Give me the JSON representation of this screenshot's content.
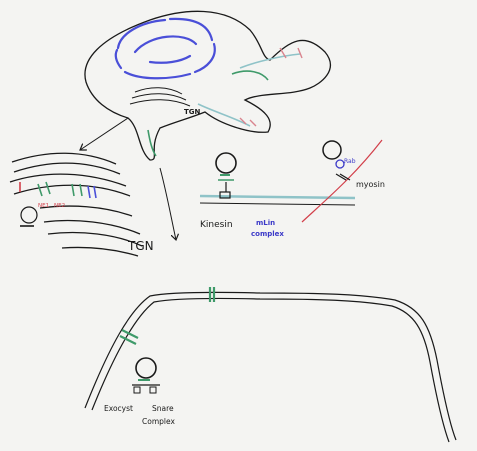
{
  "colors": {
    "board": "#f4f4f2",
    "ink": "#1a1a1a",
    "er_blue": "#4a4fd8",
    "mlin_blue": "#3b39c8",
    "green": "#3f9a6a",
    "teal": "#8fc3c8",
    "red": "#d23f4a",
    "pink": "#d9848e"
  },
  "labels": {
    "tgn_small": "TGN",
    "ne1": "NE1",
    "ne2": "NE2",
    "tgn_big": "TGN",
    "kinesin": "Kinesin",
    "mlin_line1": "mLin",
    "mlin_line2": "complex",
    "rab": "Rab",
    "myosin": "myosin",
    "exocyst_line1": "Exocyst",
    "exocyst_line2": "Complex",
    "snare": "Snare"
  },
  "icons": {
    "arrow": "arrow-icon",
    "vesicle": "vesicle-icon",
    "motor": "motor-protein-icon"
  }
}
